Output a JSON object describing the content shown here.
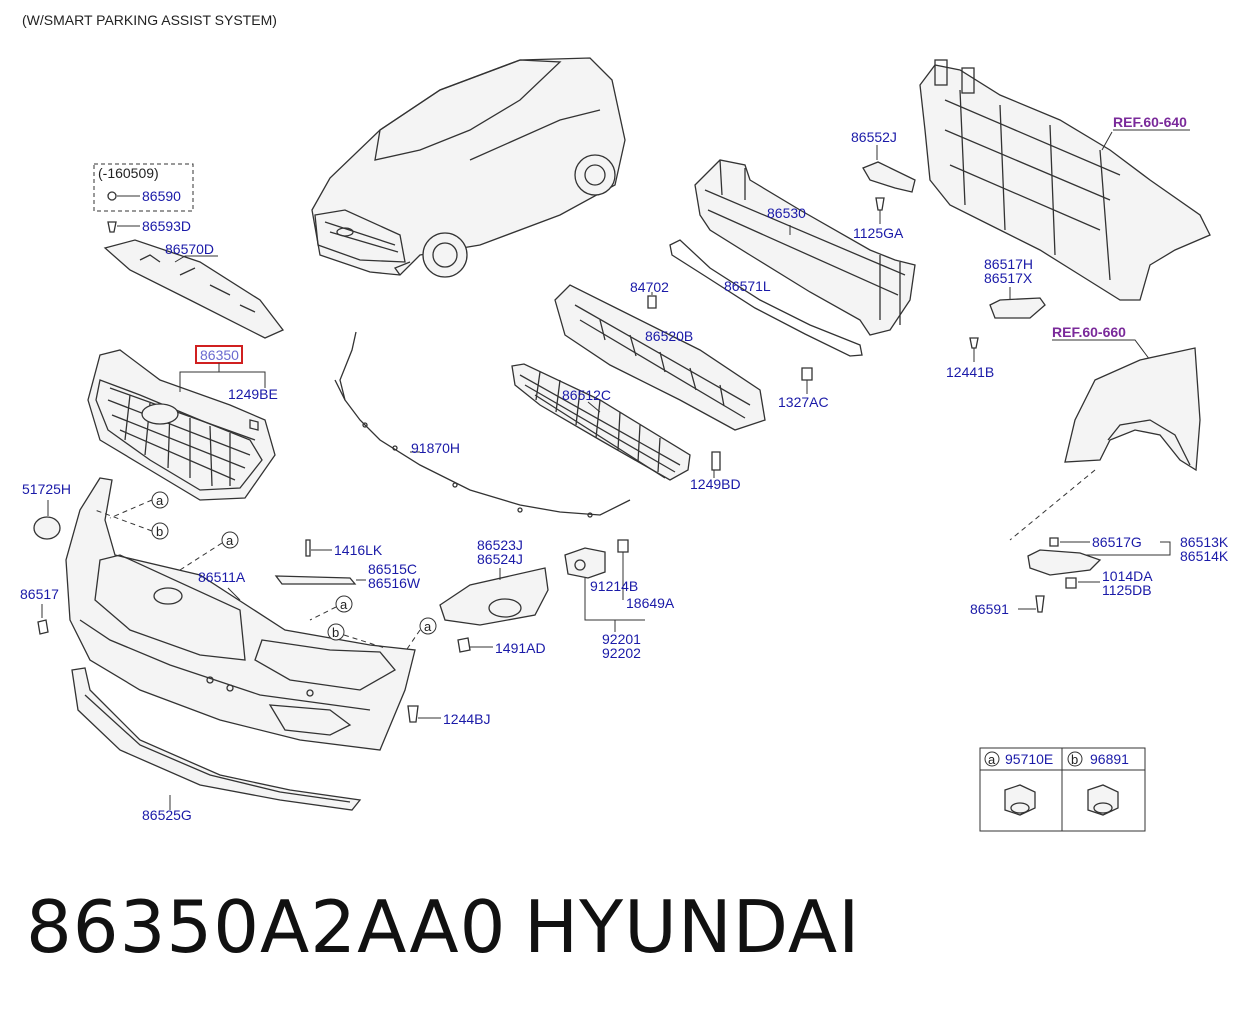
{
  "header": {
    "note": "(W/SMART PARKING ASSIST SYSTEM)"
  },
  "variant_box": {
    "label": "(-160509)"
  },
  "highlighted_part": "86350",
  "refs": [
    "REF.60-640",
    "REF.60-660"
  ],
  "parts": {
    "p86590": "86590",
    "p86593D": "86593D",
    "p86570D": "86570D",
    "p1249BE": "1249BE",
    "p51725H": "51725H",
    "p86517": "86517",
    "p86511A": "86511A",
    "p1416LK": "1416LK",
    "p86515C": "86515C",
    "p86516W": "86516W",
    "p86525G": "86525G",
    "p1244BJ": "1244BJ",
    "p1491AD": "1491AD",
    "p86523J": "86523J",
    "p86524J": "86524J",
    "p91214B": "91214B",
    "p18649A": "18649A",
    "p92201": "92201",
    "p92202": "92202",
    "p91870H": "91870H",
    "p86512C": "86512C",
    "p1249BD": "1249BD",
    "p84702": "84702",
    "p86520B": "86520B",
    "p86571L": "86571L",
    "p86530": "86530",
    "p1327AC": "1327AC",
    "p86552J": "86552J",
    "p1125GA": "1125GA",
    "p86517H": "86517H",
    "p86517X": "86517X",
    "p12441B": "12441B",
    "p86517G": "86517G",
    "p86513K": "86513K",
    "p86514K": "86514K",
    "p1014DA": "1014DA",
    "p1125DB": "1125DB",
    "p86591": "86591"
  },
  "callouts": {
    "a": "a",
    "b": "b"
  },
  "legend": [
    {
      "key": "a",
      "part": "95710E"
    },
    {
      "key": "b",
      "part": "96891"
    }
  ],
  "footer": {
    "part_number": "86350A2AA0",
    "brand": "HYUNDAI"
  }
}
